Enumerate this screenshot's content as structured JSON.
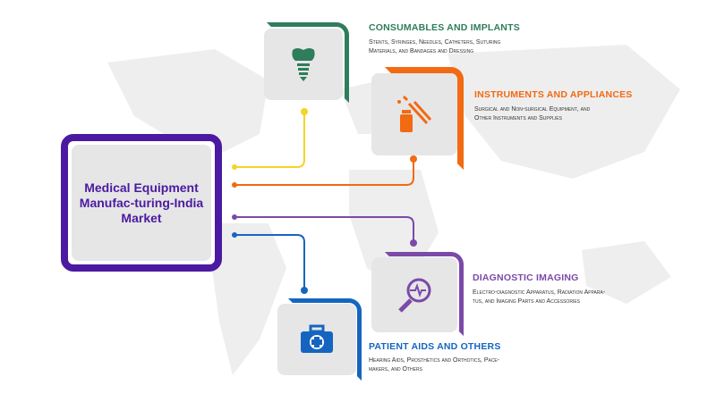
{
  "center": {
    "title": "Medical Equipment Manufac-turing-India Market",
    "color": "#4b1aa0"
  },
  "segments": [
    {
      "title": "CONSUMABLES AND IMPLANTS",
      "desc": "Stents, Syringes, Needles, Catheters, Suturing Materials, and Bandages and Dressing",
      "color": "#2e7d5b",
      "icon": "dental-implant-icon",
      "connector": "#f5d327"
    },
    {
      "title": "INSTRUMENTS AND APPLIANCES",
      "desc": "Surgical and Non-surgical Equipment, and Other Instruments and Supplies",
      "color": "#f26a12",
      "icon": "syringe-vial-icon",
      "connector": "#f26a12"
    },
    {
      "title": "DIAGNOSTIC IMAGING",
      "desc": "Electro-diagnostic Apparatus, Radiation Appara-tus, and Imaging Parts and Accessories",
      "color": "#7b4aa8",
      "icon": "magnifier-heartbeat-icon",
      "connector": "#7b4aa8"
    },
    {
      "title": "PATIENT AIDS AND OTHERS",
      "desc": "Hearing Aids, Prosthetics and Orthotics, Pace-makers, and Others",
      "color": "#1565c0",
      "icon": "medical-kit-icon",
      "connector": "#1565c0"
    }
  ]
}
